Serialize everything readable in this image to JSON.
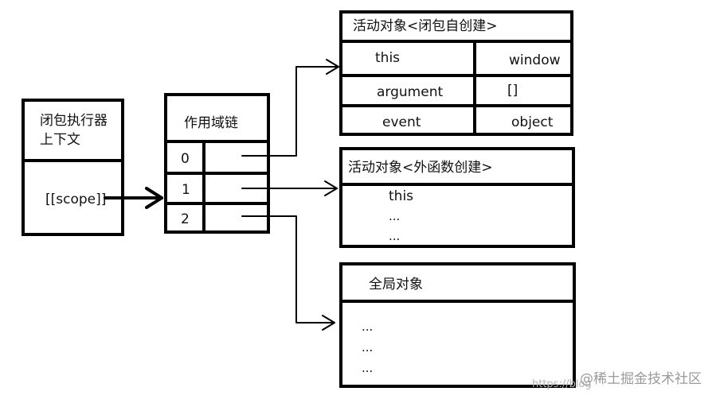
{
  "closure_context": {
    "title_line1": "闭包执行器",
    "title_line2": "上下文",
    "scope": "[[scope]]"
  },
  "scope_chain": {
    "title": "作用域链",
    "indexes": [
      "0",
      "1",
      "2"
    ]
  },
  "activation_closure": {
    "title": "活动对象<闭包自创建>",
    "rows": [
      {
        "key": "this",
        "value": "window"
      },
      {
        "key": "argument",
        "value": "[]"
      },
      {
        "key": "event",
        "value": "object"
      }
    ]
  },
  "activation_outer": {
    "title": "活动对象<外函数创建>",
    "items": [
      "this",
      "...",
      "..."
    ]
  },
  "global_object": {
    "title": "全局对象",
    "items": [
      "...",
      "...",
      "..."
    ]
  },
  "watermark": {
    "url": "https://blog",
    "site": "@稀土掘金技术社区"
  }
}
